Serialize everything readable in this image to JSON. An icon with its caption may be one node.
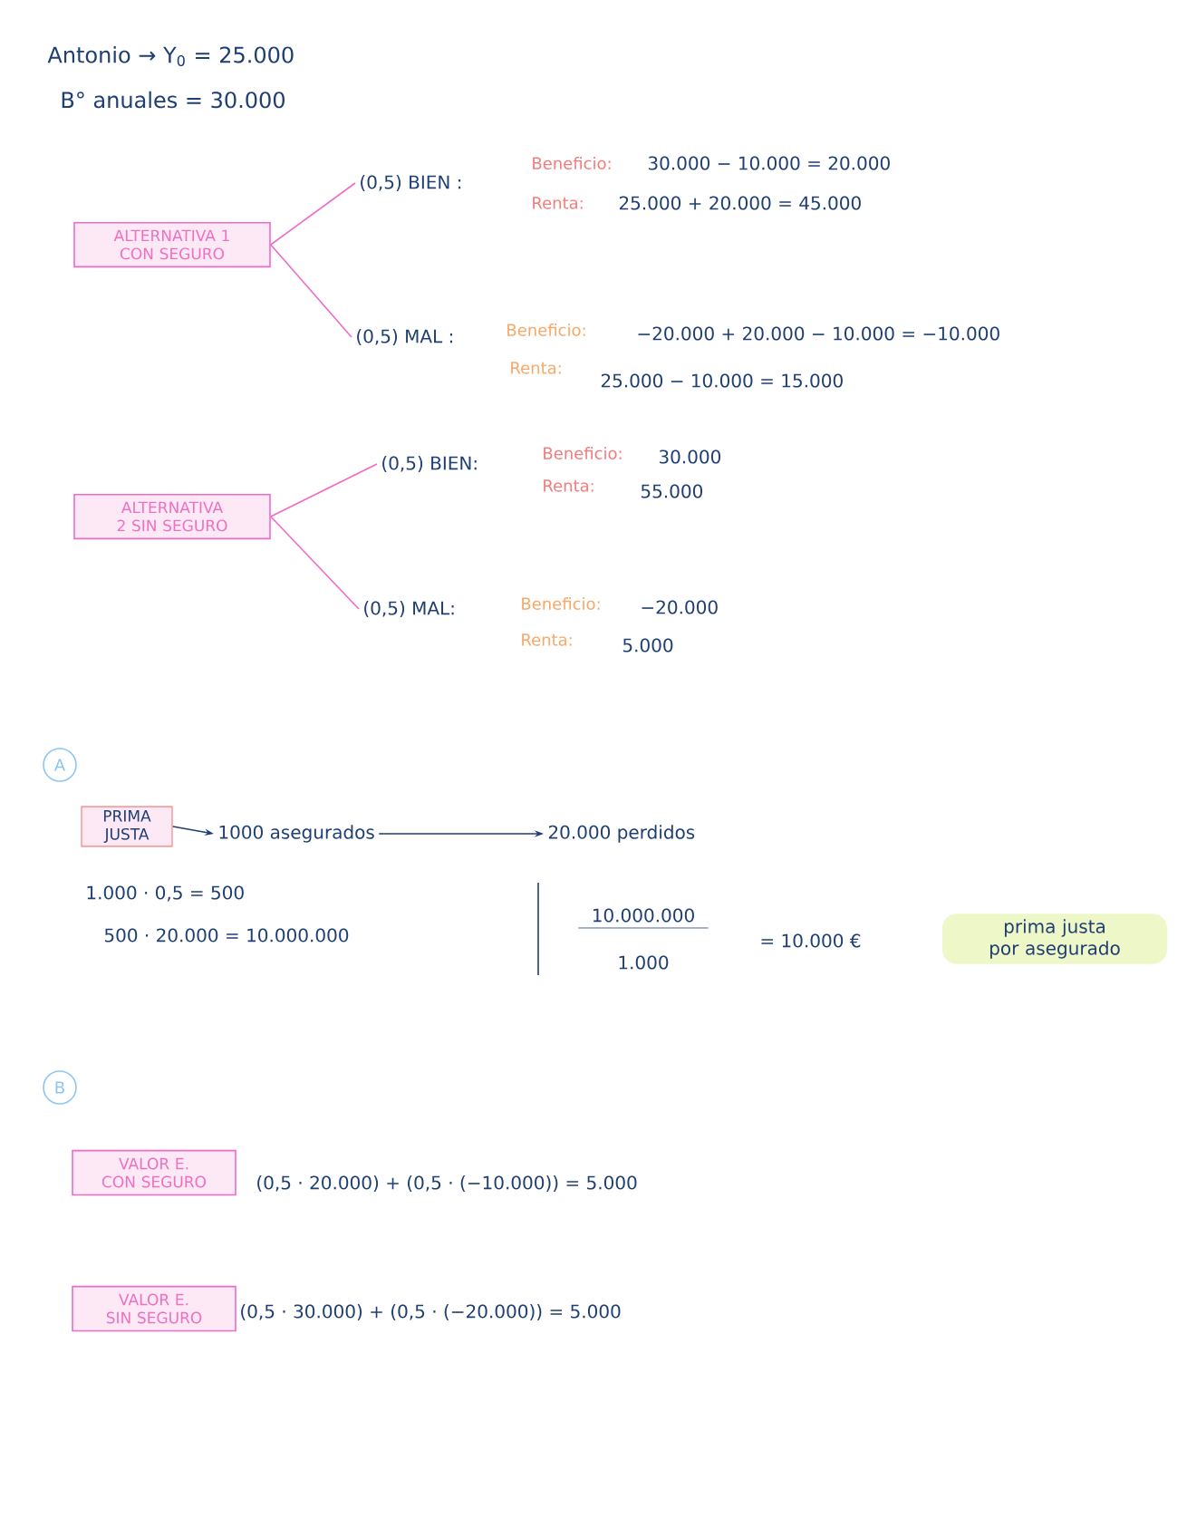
{
  "diagram": {
    "nodes": [
      {
        "text": [
          "ALTERNATIVA 1 CON SEGURO"
        ]
      },
      {
        "text": [
          "(0,5) BIEN :"
        ],
        "beside": [
          "Beneficio:",
          "30.000 − 10.000 = 20.000",
          "Renta:",
          "25.000 + 20.000 = 45.000"
        ]
      },
      {
        "text": [
          "(0,5) MAL :"
        ],
        "beside": [
          "Beneficio:",
          "−20.000 + 20.000 − 10.000 = −10.000",
          "Renta:",
          "25.000 − 10.000 = 15.000"
        ]
      },
      {
        "text": [
          "ALTERNATIVA 2 SIN SEGURO"
        ]
      },
      {
        "text": [
          "(0,5) BIEN:"
        ],
        "beside": [
          "Beneficio:",
          "30.000",
          "Renta:",
          "55.000"
        ]
      },
      {
        "text": [
          "(0,5) MAL:"
        ],
        "beside": [
          "Beneficio:",
          "−20.000",
          "Renta:",
          "5.000"
        ]
      },
      {
        "text": [
          "A"
        ]
      },
      {
        "text": [
          "PRIMA JUSTA"
        ]
      },
      {
        "text": [
          "1000 asegurados"
        ]
      },
      {
        "text": [
          "20.000 perdidos"
        ]
      },
      {
        "text": [
          "prima justa por asegurado"
        ]
      },
      {
        "text": [
          "B"
        ]
      },
      {
        "text": [
          "VALOR E. CON SEGURO"
        ],
        "beside": [
          "(0,5 · 20.000) + (0,5 · (−10.000)) = 5.000"
        ]
      },
      {
        "text": [
          "VALOR E. SIN SEGURO"
        ],
        "beside": [
          "(0,5 · 30.000) + (0,5 · (−20.000)) = 5.000"
        ]
      }
    ],
    "edges": [
      {
        "from": 0,
        "to": 1,
        "arrow": "none"
      },
      {
        "from": 0,
        "to": 2,
        "arrow": "none"
      },
      {
        "from": 3,
        "to": 4,
        "arrow": "none"
      },
      {
        "from": 3,
        "to": 5,
        "arrow": "none"
      },
      {
        "from": 7,
        "to": 8,
        "arrow": "to",
        "color": "#1f3f73"
      },
      {
        "from": 8,
        "to": 9,
        "arrow": "to",
        "color": "#1f3f73"
      }
    ],
    "labels": [
      "Antonio → Y$_{0}$ = 25.000",
      "B° anuales = 30.000",
      "1.000 · 0,5 = 500",
      "500 · 20.000 = 10.000.000",
      "10.000.000",
      "1.000",
      "= 10.000 €"
    ]
  }
}
